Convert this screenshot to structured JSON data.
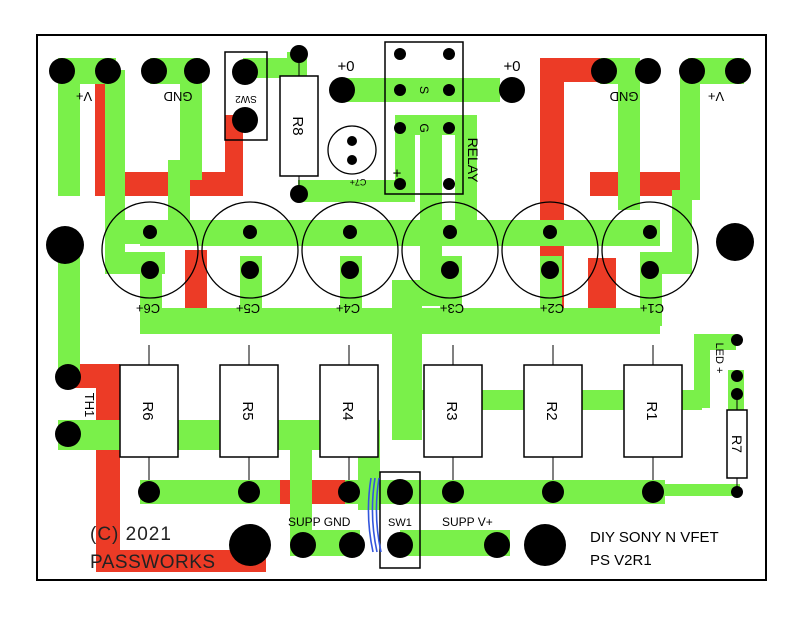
{
  "colors": {
    "background": "#ffffff",
    "outline": "#000000",
    "top_copper": "#ec3b26",
    "bottom_copper": "#7af04a",
    "pad": "#000000",
    "jumper_wire": "#3355dd"
  },
  "labels": {
    "v_plus_left": "V+",
    "gnd_left": "GND",
    "sw2": "SW2",
    "r8": "R8",
    "zero_plus_left": "0+",
    "zero_plus_right": "0+",
    "relay": "RELAY",
    "relay_s": "S",
    "relay_g": "G",
    "relay_plus": "+",
    "c7": "C7+",
    "gnd_right": "GND",
    "v_plus_right": "V+",
    "c6": "C6+",
    "c5": "C5+",
    "c4": "C4+",
    "c3": "C3+",
    "c2": "C2+",
    "c1": "C1+",
    "led": "LED +",
    "th1": "TH1",
    "r6": "R6",
    "r5": "R5",
    "r4": "R4",
    "r3": "R3",
    "r2": "R2",
    "r1": "R1",
    "r7": "R7",
    "copyright": "(C) 2021",
    "author": "PASSWORKS",
    "supp_gnd": "SUPP GND",
    "sw1": "SW1",
    "supp_vplus": "SUPP V+",
    "title_line1": "DIY SONY N VFET",
    "title_line2": "PS  V2R1"
  }
}
